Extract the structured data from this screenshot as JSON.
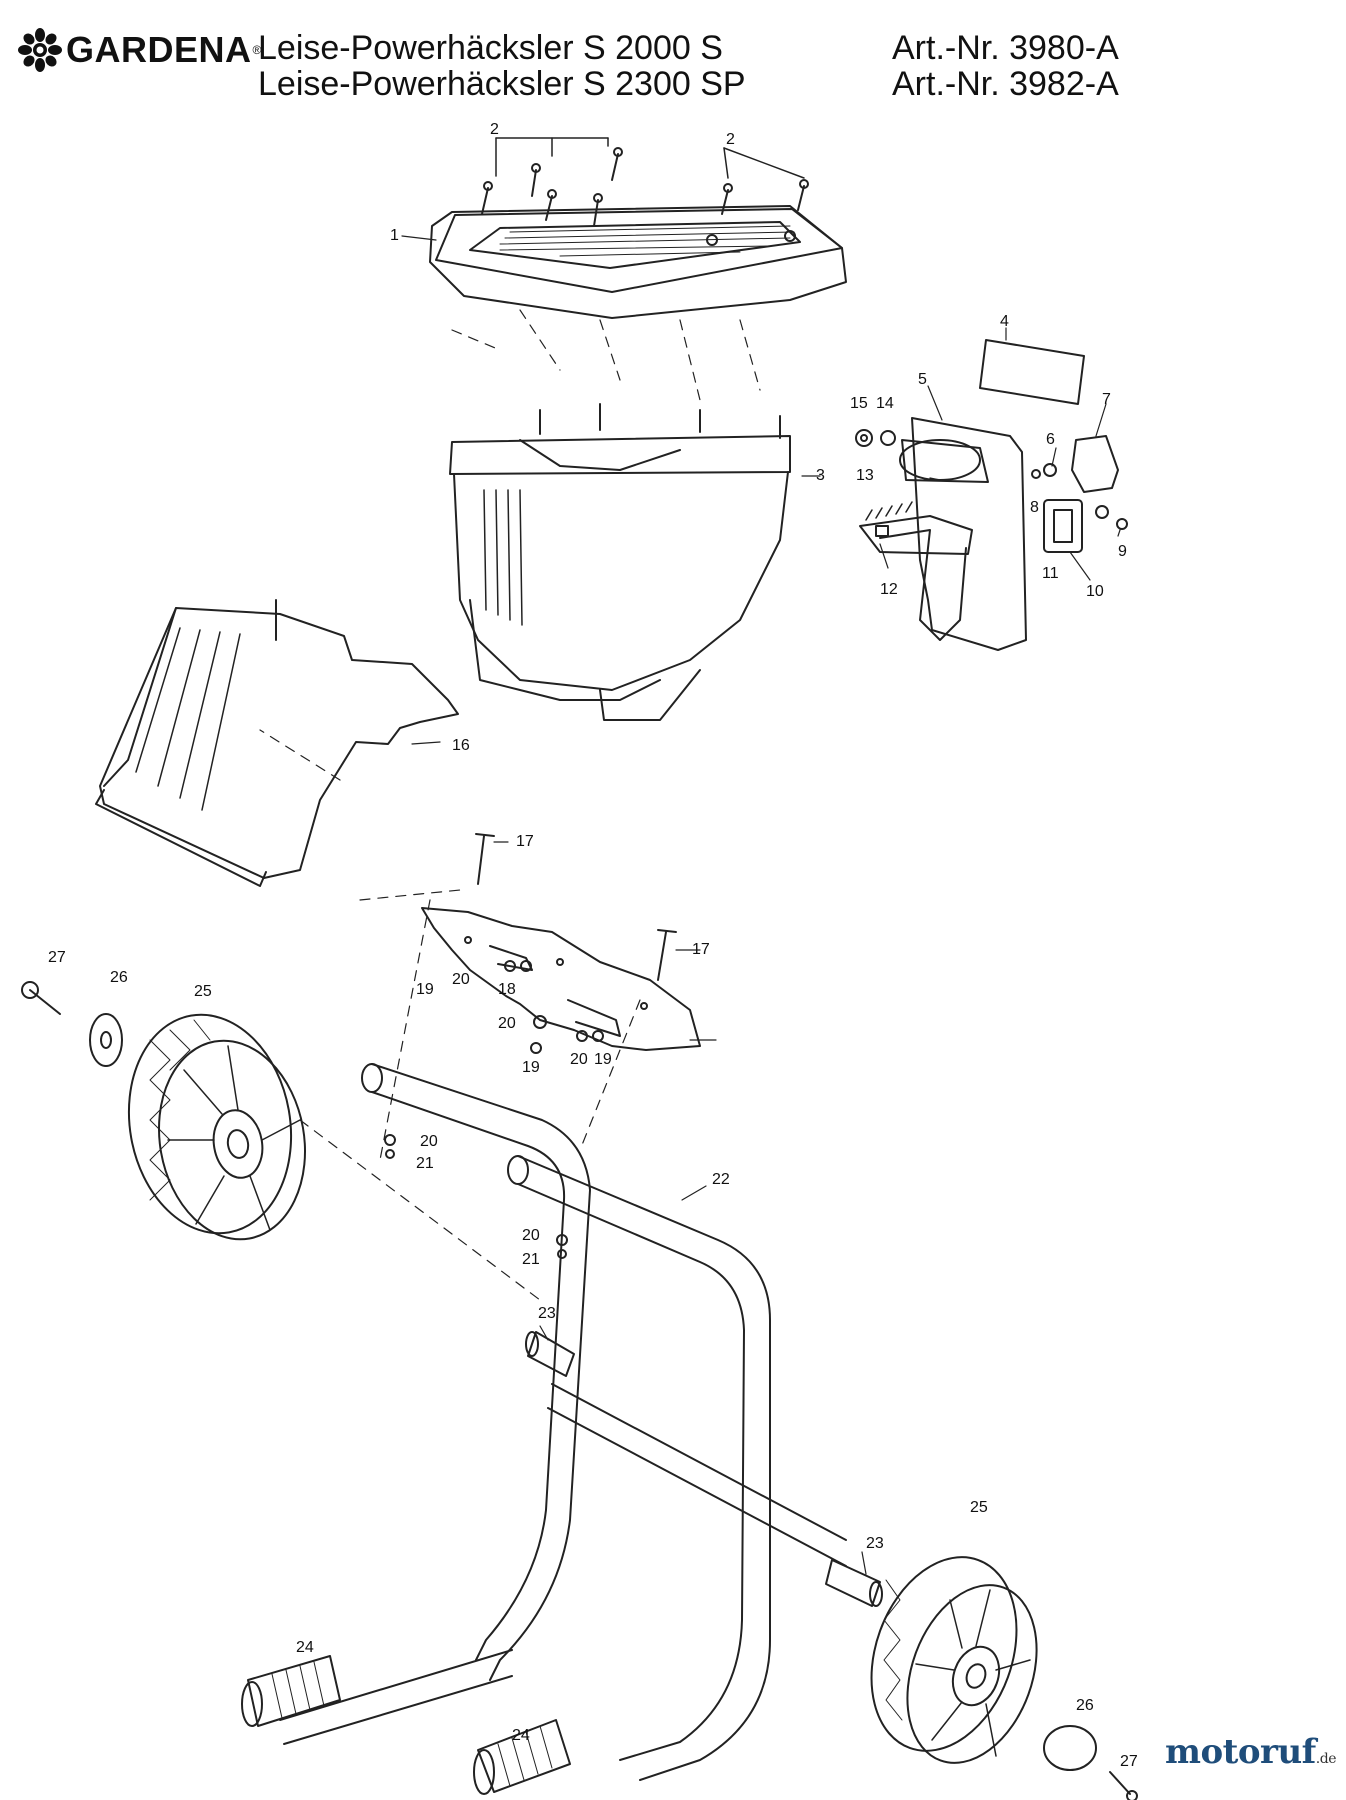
{
  "header": {
    "brand": "GARDENA",
    "line1_title": "Leise-Powerhäcksler S 2000 S",
    "line1_art": "Art.-Nr. 3980-A",
    "line2_title": "Leise-Powerhäcksler S 2300 SP",
    "line2_art": "Art.-Nr. 3982-A"
  },
  "callouts": [
    "1",
    "2",
    "2",
    "3",
    "4",
    "5",
    "6",
    "7",
    "8",
    "9",
    "10",
    "11",
    "12",
    "13",
    "14",
    "15",
    "16",
    "17",
    "17",
    "18",
    "19",
    "19",
    "19",
    "20",
    "20",
    "20",
    "20",
    "20",
    "21",
    "21",
    "22",
    "23",
    "23",
    "24",
    "24",
    "25",
    "25",
    "26",
    "26",
    "27",
    "27"
  ],
  "watermark": {
    "brand": "motoruf",
    "tld": ".de"
  },
  "colors": {
    "line": "#222222",
    "watermark": "#1f4d7a",
    "watermark_accent": "#e0791c"
  },
  "icons": {
    "brand_logo": "gardena-flower-logo-icon"
  }
}
